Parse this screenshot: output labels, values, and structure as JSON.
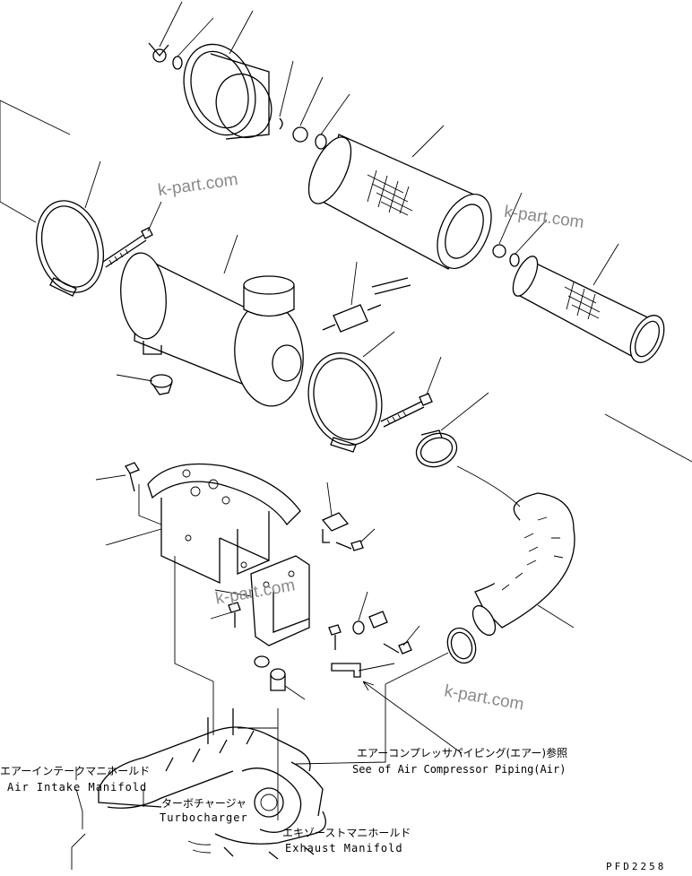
{
  "diagram": {
    "watermark": "k-part.com",
    "callouts": [
      {
        "jp": "エアーインテークマニホールド",
        "en": "Air Intake Manifold"
      },
      {
        "jp": "ターボチャージャ",
        "en": "Turbocharger"
      },
      {
        "jp": "エキゾーストマニホールド",
        "en": "Exhaust Manifold"
      },
      {
        "jp": "エアーコンプレッサパイピング(エアー)参照",
        "en": "See of Air Compressor Piping(Air)"
      }
    ],
    "figure_code": "PFD2258"
  }
}
